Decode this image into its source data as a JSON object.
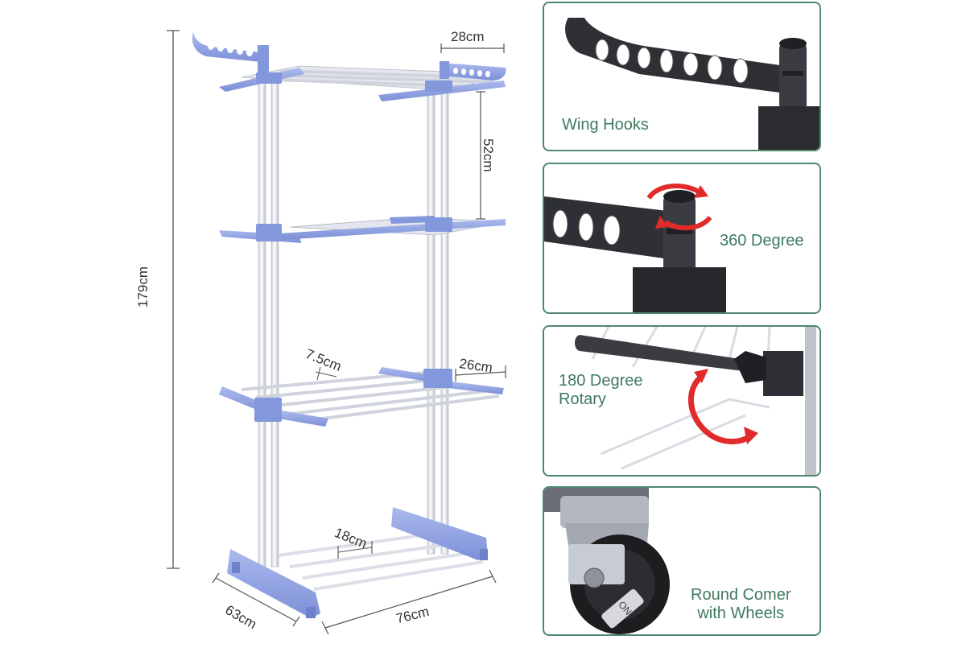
{
  "dimensions": {
    "height_total": "179cm",
    "wing_width": "28cm",
    "tier_gap": "52cm",
    "rod_spacing": "7.5cm",
    "shelf_depth": "26cm",
    "bottom_rod_spacing": "18cm",
    "base_depth": "63cm",
    "base_width": "76cm"
  },
  "panels": [
    {
      "label": "Wing Hooks"
    },
    {
      "label": "360 Degree"
    },
    {
      "label": "180 Degree\nRotary"
    },
    {
      "label": "Round Comer\nwith Wheels"
    }
  ],
  "wheel_text": "ON",
  "colors": {
    "frame_blue": "#8fa3e0",
    "pipe": "#eef0f4",
    "panel_border": "#4d8a6c",
    "panel_text": "#3f7a5f",
    "arrow_red": "#e22a2a",
    "plastic_dark": "#2e3035"
  }
}
